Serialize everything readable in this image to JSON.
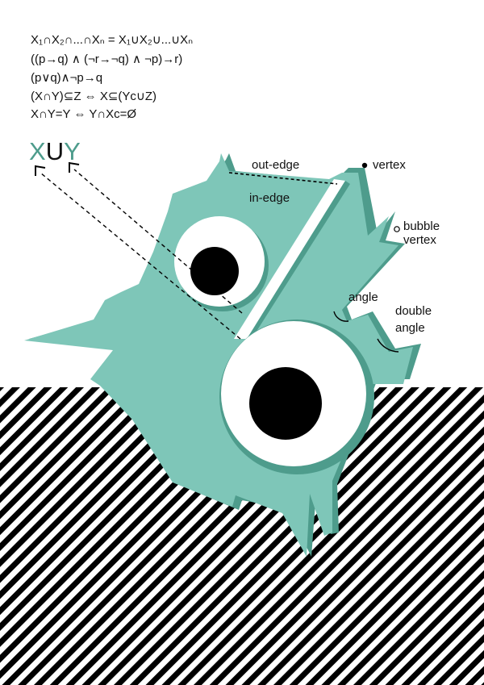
{
  "formulas": [
    "X₁∩X₂∩...∩Xₙ = X₁∪X₂∪...∪Xₙ",
    "((p→q) ∧ (¬r→¬q) ∧ ¬p)→r)",
    "(p∨q)∧¬p→q",
    "(X∩Y)⊆Z ⇔ X⊆(Yc∪Z)",
    "X∩Y=Y ⇔ Y∩Xc=Ø"
  ],
  "union_label": {
    "x": "X",
    "op": "U",
    "y": "Y"
  },
  "labels": {
    "out_edge": "out-edge",
    "in_edge": "in-edge",
    "vertex": "vertex",
    "bubble_vertex_line1": "bubble",
    "bubble_vertex_line2": "vertex",
    "angle": "angle",
    "double_angle_line1": "double",
    "double_angle_line2": "angle"
  },
  "colors": {
    "shape_fill": "#7ec6b8",
    "shape_shadow": "#4e9c8c",
    "accent_text": "#4e9c8c",
    "ink": "#000000"
  }
}
